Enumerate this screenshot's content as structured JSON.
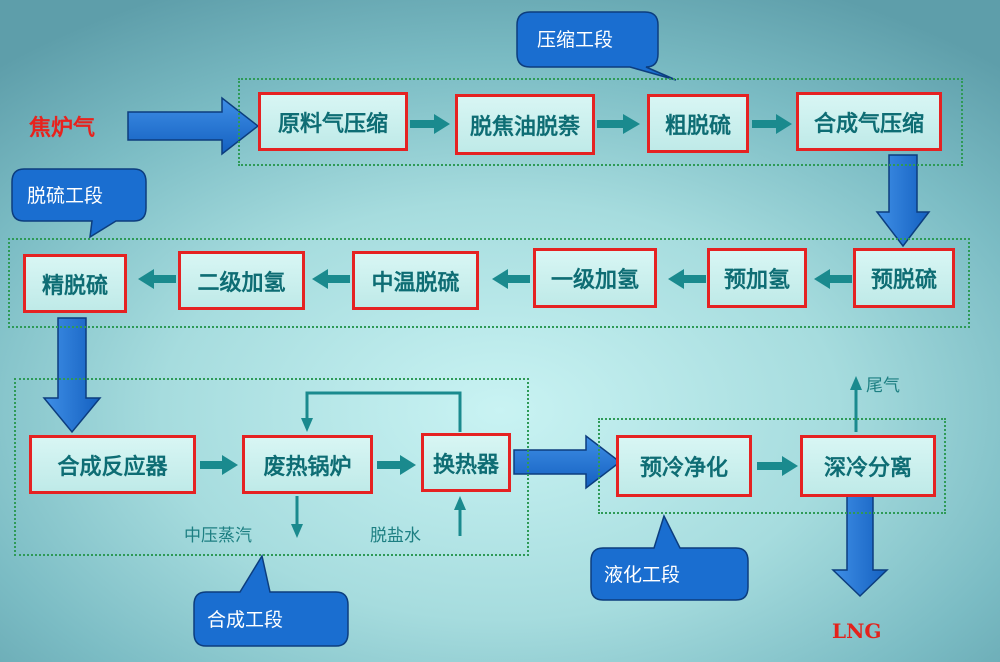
{
  "input_label": "焦炉气",
  "output_label": "LNG",
  "callouts": {
    "compression": "压缩工段",
    "desulfurization": "脱硫工段",
    "synthesis": "合成工段",
    "liquefaction": "液化工段"
  },
  "steps": {
    "compress_raw": "原料气压缩",
    "detar": "脱焦油脱萘",
    "coarse_desulf": "粗脱硫",
    "compress_syngas": "合成气压缩",
    "pre_desulf": "预脱硫",
    "pre_hydro": "预加氢",
    "hydro_1": "一级加氢",
    "mid_temp_desulf": "中温脱硫",
    "hydro_2": "二级加氢",
    "fine_desulf": "精脱硫",
    "synth_reactor": "合成反应器",
    "waste_heat_boiler": "废热锅炉",
    "heat_exchanger": "换热器",
    "precool_purify": "预冷净化",
    "cryo_separation": "深冷分离"
  },
  "streams": {
    "mp_steam": "中压蒸汽",
    "desalted_water": "脱盐水",
    "tail_gas": "尾气"
  },
  "colors": {
    "box_border": "#e52222",
    "box_text": "#0e6d74",
    "arrow_teal": "#1a8a8e",
    "arrow_blue": "#1a6fcf",
    "callout_fill": "#1a6ed0",
    "group_border": "#2e9a57",
    "red_text": "#e8221d"
  }
}
